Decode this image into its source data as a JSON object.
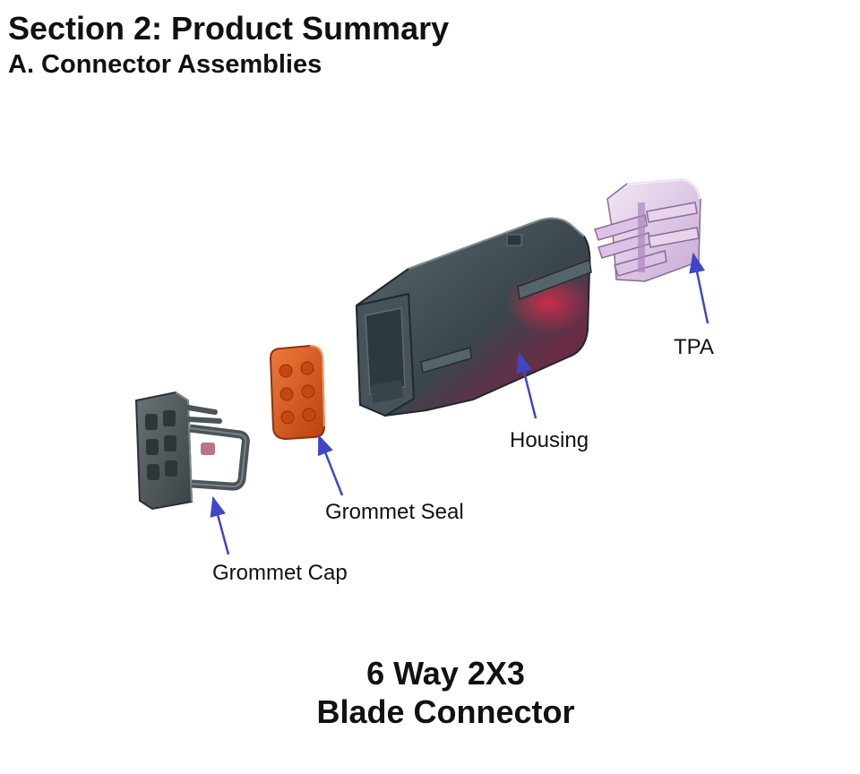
{
  "header": {
    "section_title": "Section 2: Product Summary",
    "subsection_title": "A. Connector Assemblies"
  },
  "parts": {
    "grommet_cap": "Grommet Cap",
    "grommet_seal": "Grommet Seal",
    "housing": "Housing",
    "tpa": "TPA"
  },
  "caption": {
    "line1": "6 Way 2X3",
    "line2": "Blade Connector"
  },
  "colors": {
    "arrow": "#3f46c8",
    "housing": "#3d4a50",
    "seal": "#d8551c",
    "tpa": "#e7d3ec"
  }
}
